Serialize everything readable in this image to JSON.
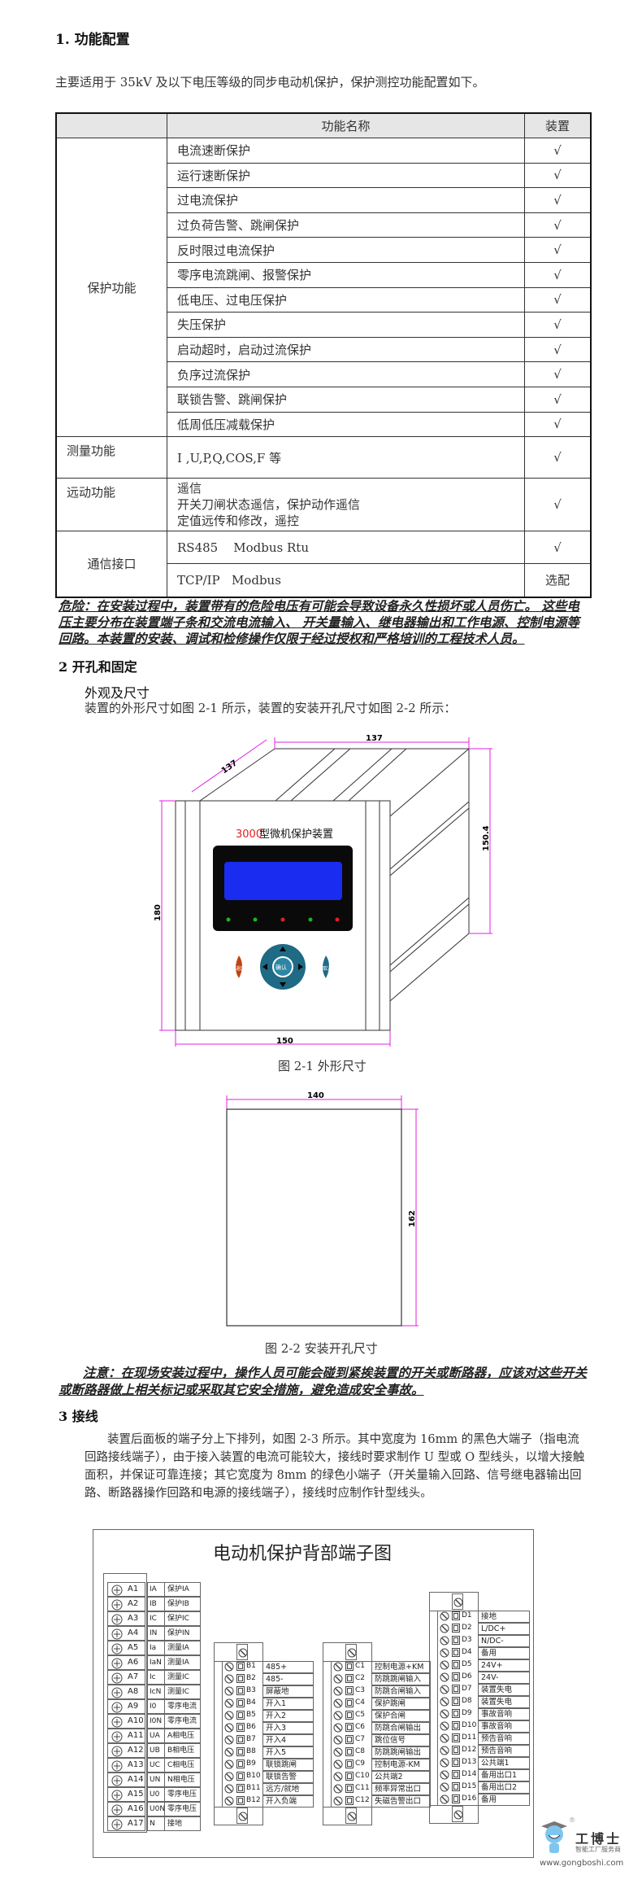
{
  "section1": {
    "title": "1. 功能配置",
    "intro": "主要适用于 35kV 及以下电压等级的同步电动机保护，保护测控功能配置如下。",
    "table": {
      "headers": [
        "",
        "功能名称",
        "装置"
      ],
      "protection_group": "保护功能",
      "protection_rows": [
        {
          "name": "电流速断保护",
          "value": "√"
        },
        {
          "name": "运行速断保护",
          "value": "√"
        },
        {
          "name": "过电流保护",
          "value": "√"
        },
        {
          "name": "过负荷告警、跳闸保护",
          "value": "√"
        },
        {
          "name": "反时限过电流保护",
          "value": "√"
        },
        {
          "name": "零序电流跳闸、报警保护",
          "value": "√"
        },
        {
          "name": "低电压、过电压保护",
          "value": "√"
        },
        {
          "name": "失压保护",
          "value": "√"
        },
        {
          "name": "启动超时，启动过流保护",
          "value": "√"
        },
        {
          "name": "负序过流保护",
          "value": "√"
        },
        {
          "name": "联锁告警、跳闸保护",
          "value": "√"
        },
        {
          "name": "低周低压减载保护",
          "value": "√"
        }
      ],
      "measurement": {
        "group": "测量功能",
        "name": "I ,U,P,Q,COS,F 等",
        "value": "√"
      },
      "remote": {
        "group": "远动功能",
        "lines": [
          "遥信",
          "开关刀闸状态遥信，保护动作遥信",
          "定值远传和修改，遥控"
        ],
        "value": "√"
      },
      "comm": {
        "group": "通信接口",
        "rows": [
          {
            "name": "RS485    Modbus Rtu",
            "value": "√"
          },
          {
            "name": "TCP/IP   Modbus",
            "value": "选配"
          }
        ]
      }
    },
    "danger": "危险：在安装过程中，装置带有的危险电压有可能会导致设备永久性损坏或人员伤亡。 这些电压主要分布在装置端子条和交流电流输入、 开关量输入、继电器输出和工作电源、控制电源等回路。本装置的安装、调试和检修操作仅限于经过授权和严格培训的工程技术人员。"
  },
  "section2": {
    "title": "2 开孔和固定",
    "subtitle": "外观及尺寸",
    "text": "装置的外形尺寸如图 2-1 所示，装置的安装开孔尺寸如图 2-2 所示：",
    "figure1": {
      "device_model": "3000",
      "device_name": "型微机保护装置",
      "dims": {
        "depth": "137",
        "top": "137",
        "right": "150.4",
        "left": "180",
        "bottom": "150"
      },
      "leds": [
        "#1db41d",
        "#1db41d",
        "#e02020",
        "#1db41d",
        "#e02020"
      ],
      "buttons": {
        "back": "返回",
        "ok": "确认",
        "cancel": "取消"
      },
      "lcd_color": "#1a2cf0",
      "caption": "图 2-1  外形尺寸"
    },
    "figure2": {
      "dims": {
        "width": "140",
        "height": "162"
      },
      "caption": "图 2-2  安装开孔尺寸"
    },
    "note": "注意：在现场安装过程中，操作人员可能会碰到紧挨装置的开关或断路器，应该对这些开关或断路器做上相关标记或采取其它安全措施，避免造成安全事故。"
  },
  "section3": {
    "title": "3 接线",
    "paragraph": "装置后面板的端子分上下排列，如图 2-3 所示。其中宽度为 16mm 的黑色大端子（指电流回路接线端子），由于接入装置的电流可能较大，接线时要求制作 U 型或 O 型线头，以增大接触面积，并保证可靠连接；其它宽度为 8mm 的绿色小端子（开关量输入回路、信号继电器输出回路、断路器操作回路和电源的接线端子），接线时应制作针型线头。",
    "diagram": {
      "title": "电动机保护背部端子图",
      "blockA": [
        [
          "A1",
          "IA",
          "保护IA"
        ],
        [
          "A2",
          "IB",
          "保护IB"
        ],
        [
          "A3",
          "IC",
          "保护IC"
        ],
        [
          "A4",
          "IN",
          "保护IN"
        ],
        [
          "A5",
          "Ia",
          "测量IA"
        ],
        [
          "A6",
          "IaN",
          "测量IA"
        ],
        [
          "A7",
          "Ic",
          "测量IC"
        ],
        [
          "A8",
          "IcN",
          "测量IC"
        ],
        [
          "A9",
          "I0",
          "零序电流"
        ],
        [
          "A10",
          "I0N",
          "零序电流"
        ],
        [
          "A11",
          "UA",
          "A相电压"
        ],
        [
          "A12",
          "UB",
          "B相电压"
        ],
        [
          "A13",
          "UC",
          "C相电压"
        ],
        [
          "A14",
          "UN",
          "N相电压"
        ],
        [
          "A15",
          "U0",
          "零序电压"
        ],
        [
          "A16",
          "U0N",
          "零序电压"
        ],
        [
          "A17",
          "N",
          "接地"
        ]
      ],
      "blockB": [
        [
          "B1",
          "485+"
        ],
        [
          "B2",
          "485-"
        ],
        [
          "B3",
          "屏蔽地"
        ],
        [
          "B4",
          "开入1"
        ],
        [
          "B5",
          "开入2"
        ],
        [
          "B6",
          "开入3"
        ],
        [
          "B7",
          "开入4"
        ],
        [
          "B8",
          "开入5"
        ],
        [
          "B9",
          "联锁跳闸"
        ],
        [
          "B10",
          "联锁告警"
        ],
        [
          "B11",
          "远方/就地"
        ],
        [
          "B12",
          "开入负端"
        ]
      ],
      "blockC": [
        [
          "C1",
          "控制电源+KM"
        ],
        [
          "C2",
          "防跳跳闸输入"
        ],
        [
          "C3",
          "防跳合闸输入"
        ],
        [
          "C4",
          "保护跳闸"
        ],
        [
          "C5",
          "保护合闸"
        ],
        [
          "C6",
          "防跳合闸输出"
        ],
        [
          "C7",
          "跳位信号"
        ],
        [
          "C8",
          "防跳跳闸输出"
        ],
        [
          "C9",
          "控制电源-KM"
        ],
        [
          "C10",
          "公共端2"
        ],
        [
          "C11",
          "频率异常出口"
        ],
        [
          "C12",
          "失磁告警出口"
        ]
      ],
      "blockD": [
        [
          "D1",
          "接地"
        ],
        [
          "D2",
          "L/DC+"
        ],
        [
          "D3",
          "N/DC-"
        ],
        [
          "D4",
          "备用"
        ],
        [
          "D5",
          "24V+"
        ],
        [
          "D6",
          "24V-"
        ],
        [
          "D7",
          "装置失电"
        ],
        [
          "D8",
          "装置失电"
        ],
        [
          "D9",
          "事故音响"
        ],
        [
          "D10",
          "事故音响"
        ],
        [
          "D11",
          "预告音响"
        ],
        [
          "D12",
          "预告音响"
        ],
        [
          "D13",
          "公共端1"
        ],
        [
          "D14",
          "备用出口1"
        ],
        [
          "D15",
          "备用出口2"
        ],
        [
          "D16",
          "备用"
        ]
      ]
    }
  },
  "watermark": {
    "name": "工博士",
    "slogan": "智能工厂服务商",
    "url": "www.gongboshi.com",
    "registered": "®"
  }
}
